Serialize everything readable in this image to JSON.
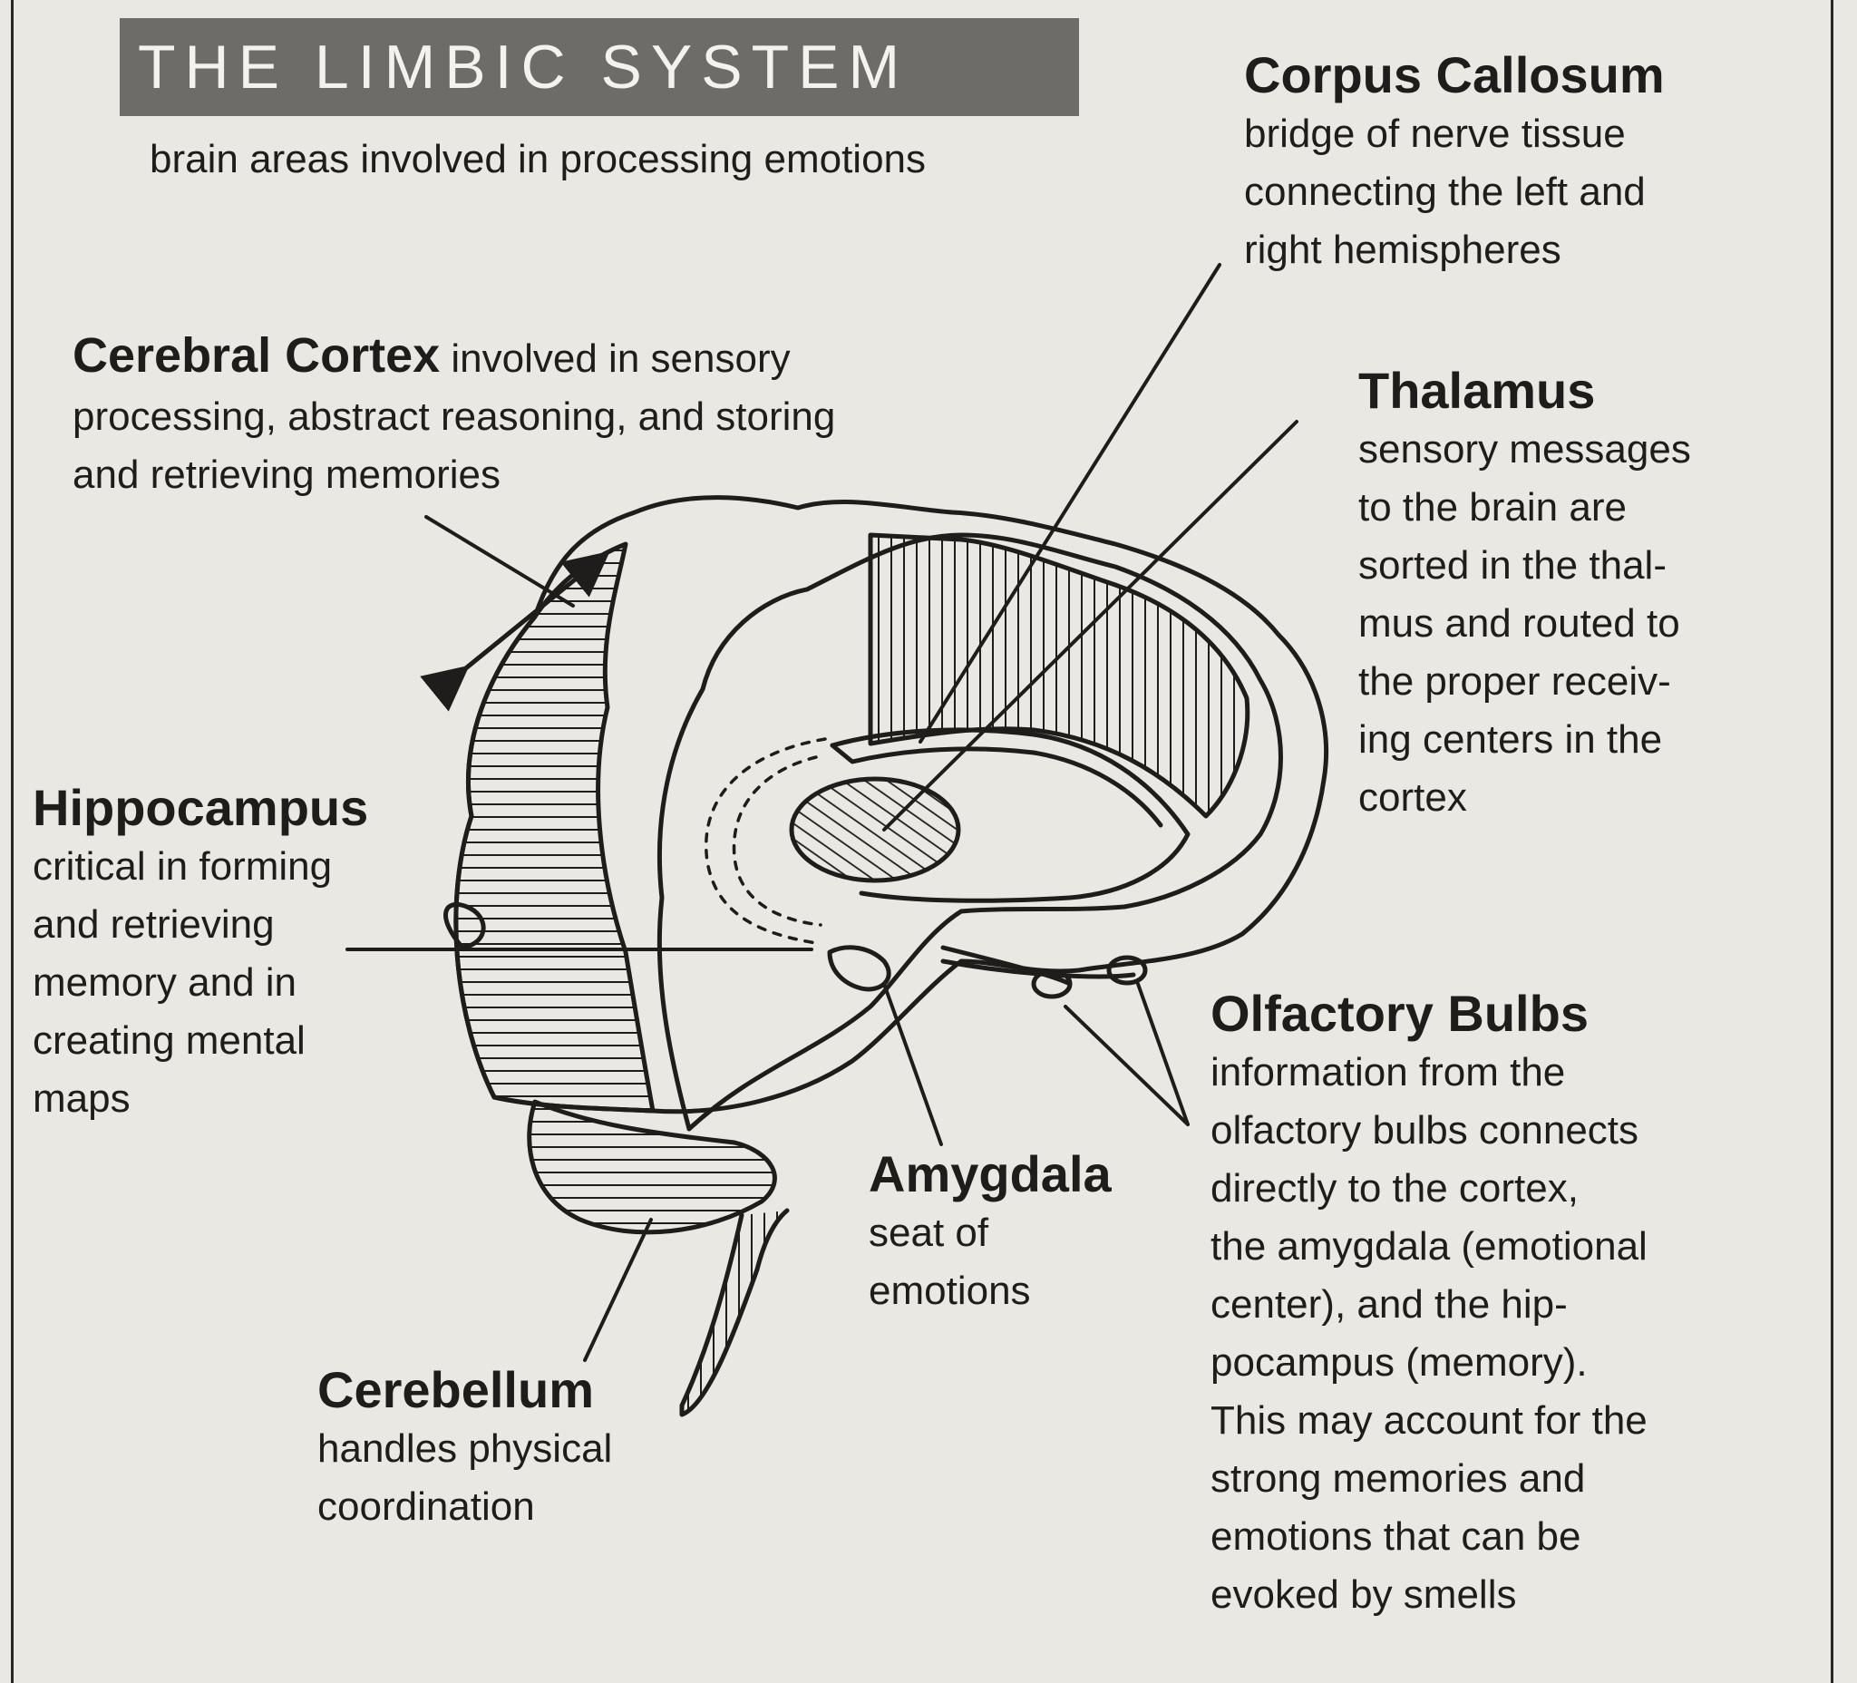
{
  "title": "THE LIMBIC SYSTEM",
  "subtitle": "brain areas involved in processing emotions",
  "labels": {
    "corpus_callosum": {
      "name": "Corpus Callosum",
      "lines": [
        "bridge of nerve tissue",
        "connecting the left and",
        "right hemispheres"
      ]
    },
    "cerebral_cortex": {
      "name": "Cerebral Cortex",
      "first_line_rest": " involved in sensory",
      "lines": [
        "processing, abstract reasoning, and storing",
        "and retrieving memories"
      ]
    },
    "thalamus": {
      "name": "Thalamus",
      "lines": [
        "sensory messages",
        "to the brain are",
        "sorted in the thal-",
        "mus and routed to",
        "the proper receiv-",
        "ing centers in the",
        "cortex"
      ]
    },
    "hippocampus": {
      "name": "Hippocampus",
      "lines": [
        "critical in forming",
        "and retrieving",
        "memory and in",
        "creating mental",
        "maps"
      ]
    },
    "olfactory_bulbs": {
      "name": "Olfactory Bulbs",
      "lines": [
        "information from the",
        "olfactory bulbs connects",
        "directly to the cortex,",
        "the amygdala (emotional",
        "center), and the hip-",
        "pocampus (memory).",
        "This may account for the",
        "strong memories and",
        "emotions that can be",
        "evoked by smells"
      ]
    },
    "amygdala": {
      "name": "Amygdala",
      "lines": [
        "seat of",
        "emotions"
      ]
    },
    "cerebellum": {
      "name": "Cerebellum",
      "lines": [
        "handles physical",
        "coordination"
      ]
    }
  },
  "colors": {
    "page": "#e9e8e2",
    "ink": "#1f1d1b",
    "title_band": "#6d6c69",
    "title_text": "#f3f2ee"
  }
}
